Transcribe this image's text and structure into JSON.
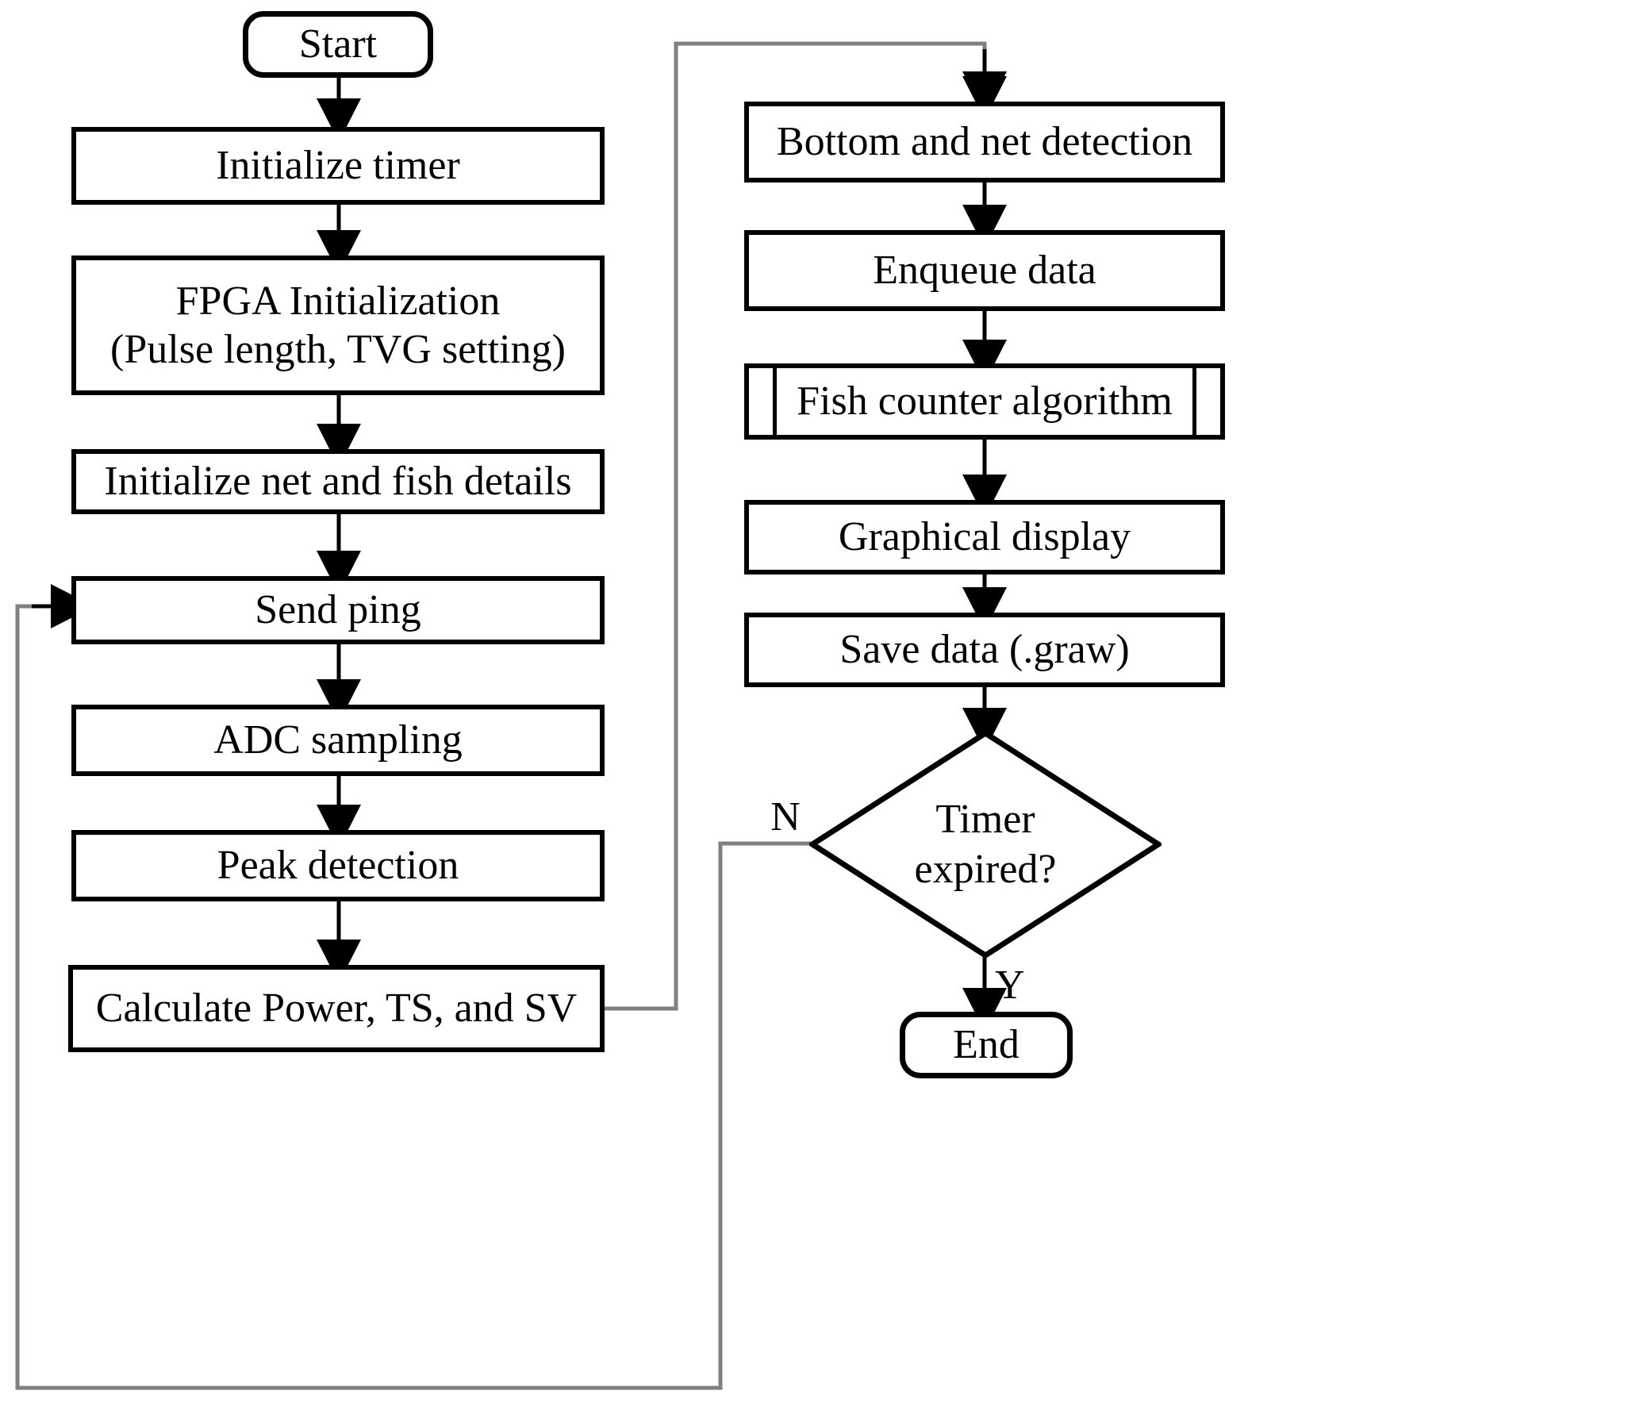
{
  "diagram": {
    "title": "Sonar fish counter acquisition and processing flowchart",
    "colors": {
      "stroke": "#000000",
      "connector_gray": "#808080",
      "background": "#ffffff"
    },
    "left_column": [
      {
        "id": "start",
        "shape": "terminator",
        "label": "Start"
      },
      {
        "id": "init-timer",
        "shape": "process",
        "label": "Initialize timer"
      },
      {
        "id": "fpga-init",
        "shape": "process",
        "label": "FPGA Initialization\n(Pulse length, TVG setting)"
      },
      {
        "id": "init-net",
        "shape": "process",
        "label": "Initialize net and fish details"
      },
      {
        "id": "send-ping",
        "shape": "process",
        "label": "Send ping"
      },
      {
        "id": "adc",
        "shape": "process",
        "label": "ADC sampling"
      },
      {
        "id": "peak",
        "shape": "process",
        "label": "Peak detection"
      },
      {
        "id": "calc",
        "shape": "process",
        "label": "Calculate Power, TS, and SV"
      }
    ],
    "right_column": [
      {
        "id": "bottom-net",
        "shape": "process",
        "label": "Bottom and net  detection"
      },
      {
        "id": "enqueue",
        "shape": "process",
        "label": "Enqueue data"
      },
      {
        "id": "fish-counter",
        "shape": "predefined-process",
        "label": "Fish counter algorithm"
      },
      {
        "id": "graphical",
        "shape": "process",
        "label": "Graphical display"
      },
      {
        "id": "save-data",
        "shape": "process",
        "label": "Save data (.graw)"
      },
      {
        "id": "timer-check",
        "shape": "decision",
        "label": "Timer\nexpired?"
      },
      {
        "id": "end",
        "shape": "terminator",
        "label": "End"
      }
    ],
    "edge_labels": {
      "no": "N",
      "yes": "Y"
    }
  }
}
